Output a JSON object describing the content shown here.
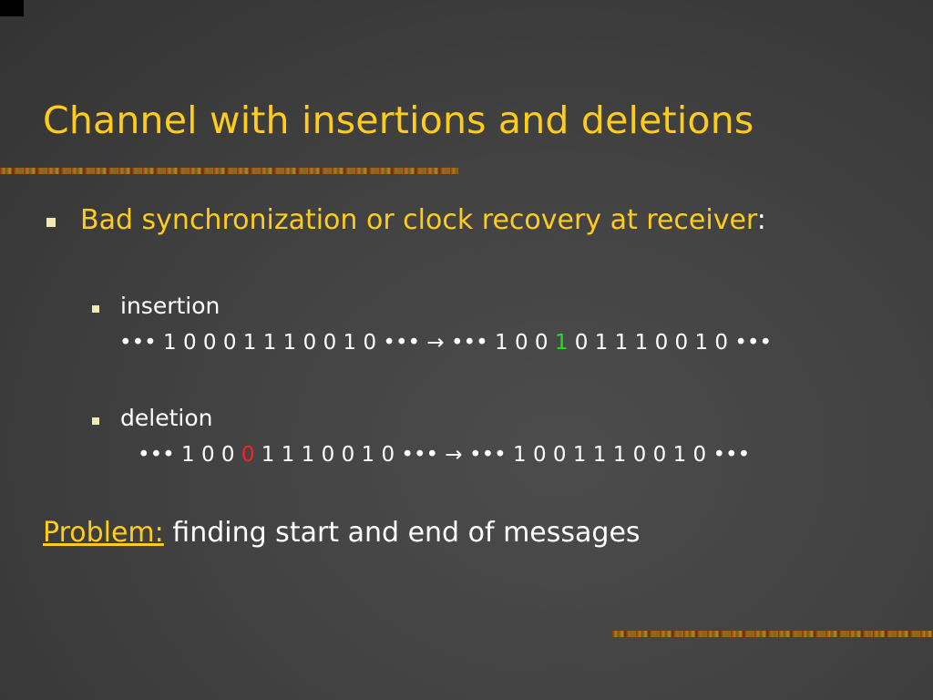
{
  "slide": {
    "title": "Channel with insertions and deletions",
    "bullet": {
      "text": "Bad synchronization or clock recovery at receiver",
      "colon": ":"
    },
    "insertion": {
      "label": "insertion",
      "before": "••• 1 0 0 0 1 1 1 0 0 1 0 •••  →  ••• 1 0 0 ",
      "highlight": "1",
      "after": " 0 1 1 1 0 0 1 0 •••"
    },
    "deletion": {
      "label": "deletion",
      "before": "••• 1 0 0 ",
      "highlight": "0",
      "after": " 1 1 1 0 0 1 0 •••  →  ••• 1 0 0 1 1 1 0 0 1 0 •••"
    },
    "problem": {
      "label": "Problem:",
      "text": " finding start and end of messages"
    }
  },
  "colors": {
    "title": "#ffcc1a",
    "body_text": "#ffffff",
    "inserted_bit": "#22dd22",
    "deleted_bit": "#ff2020",
    "bullet": "#f2e9b0"
  }
}
